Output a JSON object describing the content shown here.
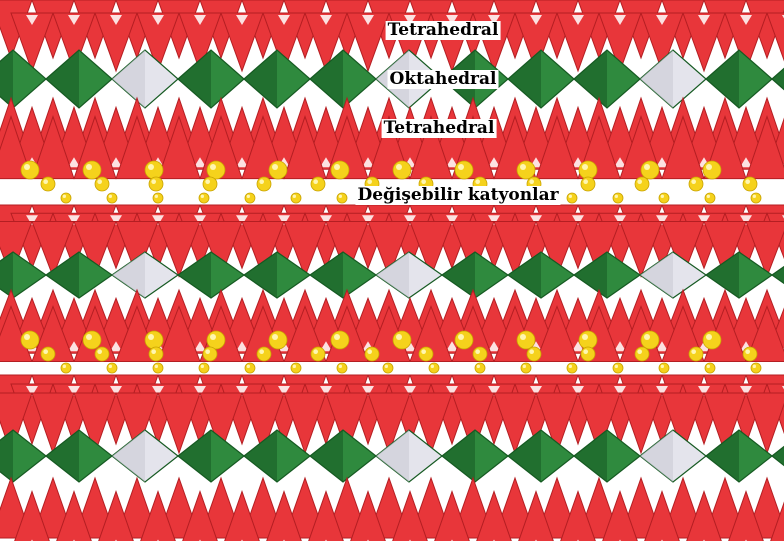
{
  "labels": {
    "tetrahedral_top": "Tetrahedral",
    "oktahedral": "Oktahedral",
    "tetrahedral_second": "Tetrahedral",
    "cations": "Değişebilir katyonlar"
  },
  "colors": {
    "tetrahedral": "#e8363a",
    "tetrahedral_dark": "#b41e22",
    "octahedral": "#2f8a3e",
    "octahedral_dark": "#165a22",
    "octahedral_light": "#e4e4ec",
    "cation": "#f5d21c",
    "background": "#ffffff"
  },
  "structure": {
    "tetrahedral_sheets": 6,
    "octahedral_sheets": 3,
    "cation_layers": 2
  }
}
